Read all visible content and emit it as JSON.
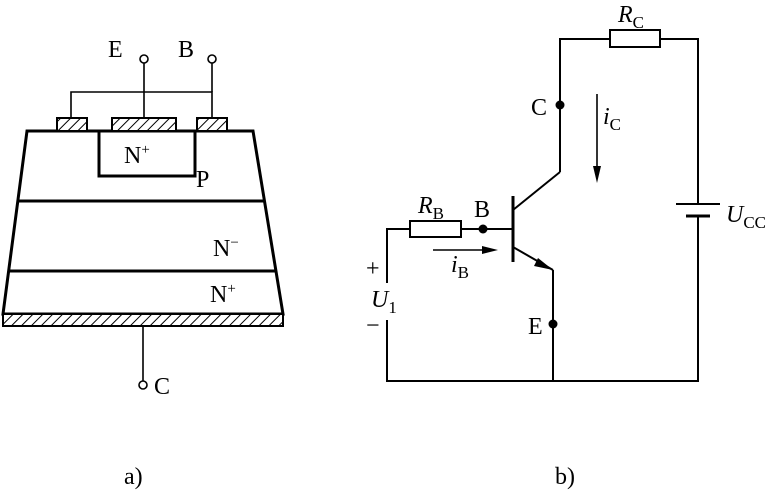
{
  "fig_a": {
    "caption": "a)",
    "terminals": {
      "emitter": "E",
      "base": "B",
      "collector": "C"
    },
    "regions": {
      "emitter_n": {
        "main": "N",
        "sup": "+"
      },
      "base_p": "P",
      "drift_n": {
        "main": "N",
        "sup": "−"
      },
      "substrate_n": {
        "main": "N",
        "sup": "+"
      }
    }
  },
  "fig_b": {
    "caption": "b)",
    "rc": {
      "main": "R",
      "sub": "C"
    },
    "rb": {
      "main": "R",
      "sub": "B"
    },
    "ic": {
      "main": "i",
      "sub": "C"
    },
    "ib": {
      "main": "i",
      "sub": "B"
    },
    "ucc": {
      "main": "U",
      "sub": "CC"
    },
    "u1": {
      "main": "U",
      "sub": "1"
    },
    "plus": "+",
    "minus": "−",
    "node_c": "C",
    "node_b": "B",
    "node_e": "E"
  }
}
